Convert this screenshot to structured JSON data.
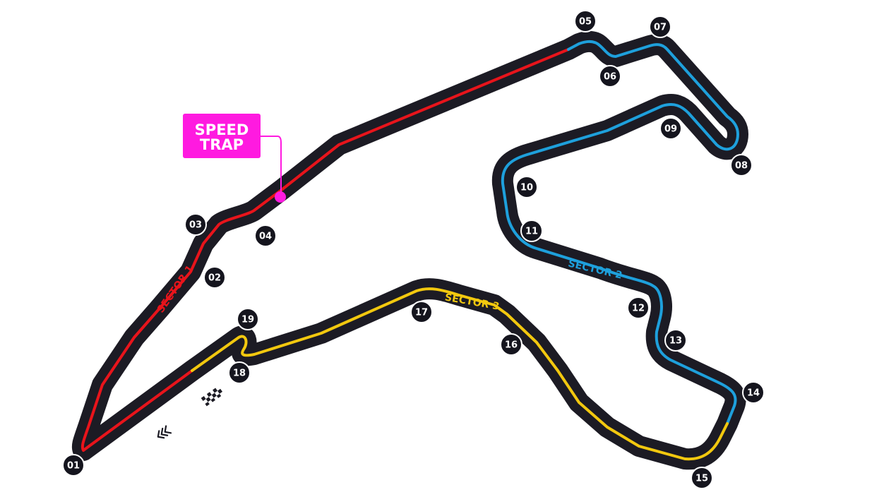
{
  "colors": {
    "track": "#1c1b24",
    "sector_1": "#e8141b",
    "sector_2": "#1ea0dc",
    "sector_3": "#f2c80f",
    "speed_trap": "#ff1ae0"
  },
  "speed_trap": {
    "line_1": "SPEED",
    "line_2": "TRAP"
  },
  "sectors": [
    {
      "label": "SECTOR 1"
    },
    {
      "label": "SECTOR 2"
    },
    {
      "label": "SECTOR 3"
    }
  ],
  "turns": [
    "01",
    "02",
    "03",
    "04",
    "05",
    "06",
    "07",
    "08",
    "09",
    "10",
    "11",
    "12",
    "13",
    "14",
    "15",
    "16",
    "17",
    "18",
    "19"
  ],
  "icons": {
    "start_finish": "checkered-flag-icon",
    "direction": "direction-chevrons-icon"
  }
}
